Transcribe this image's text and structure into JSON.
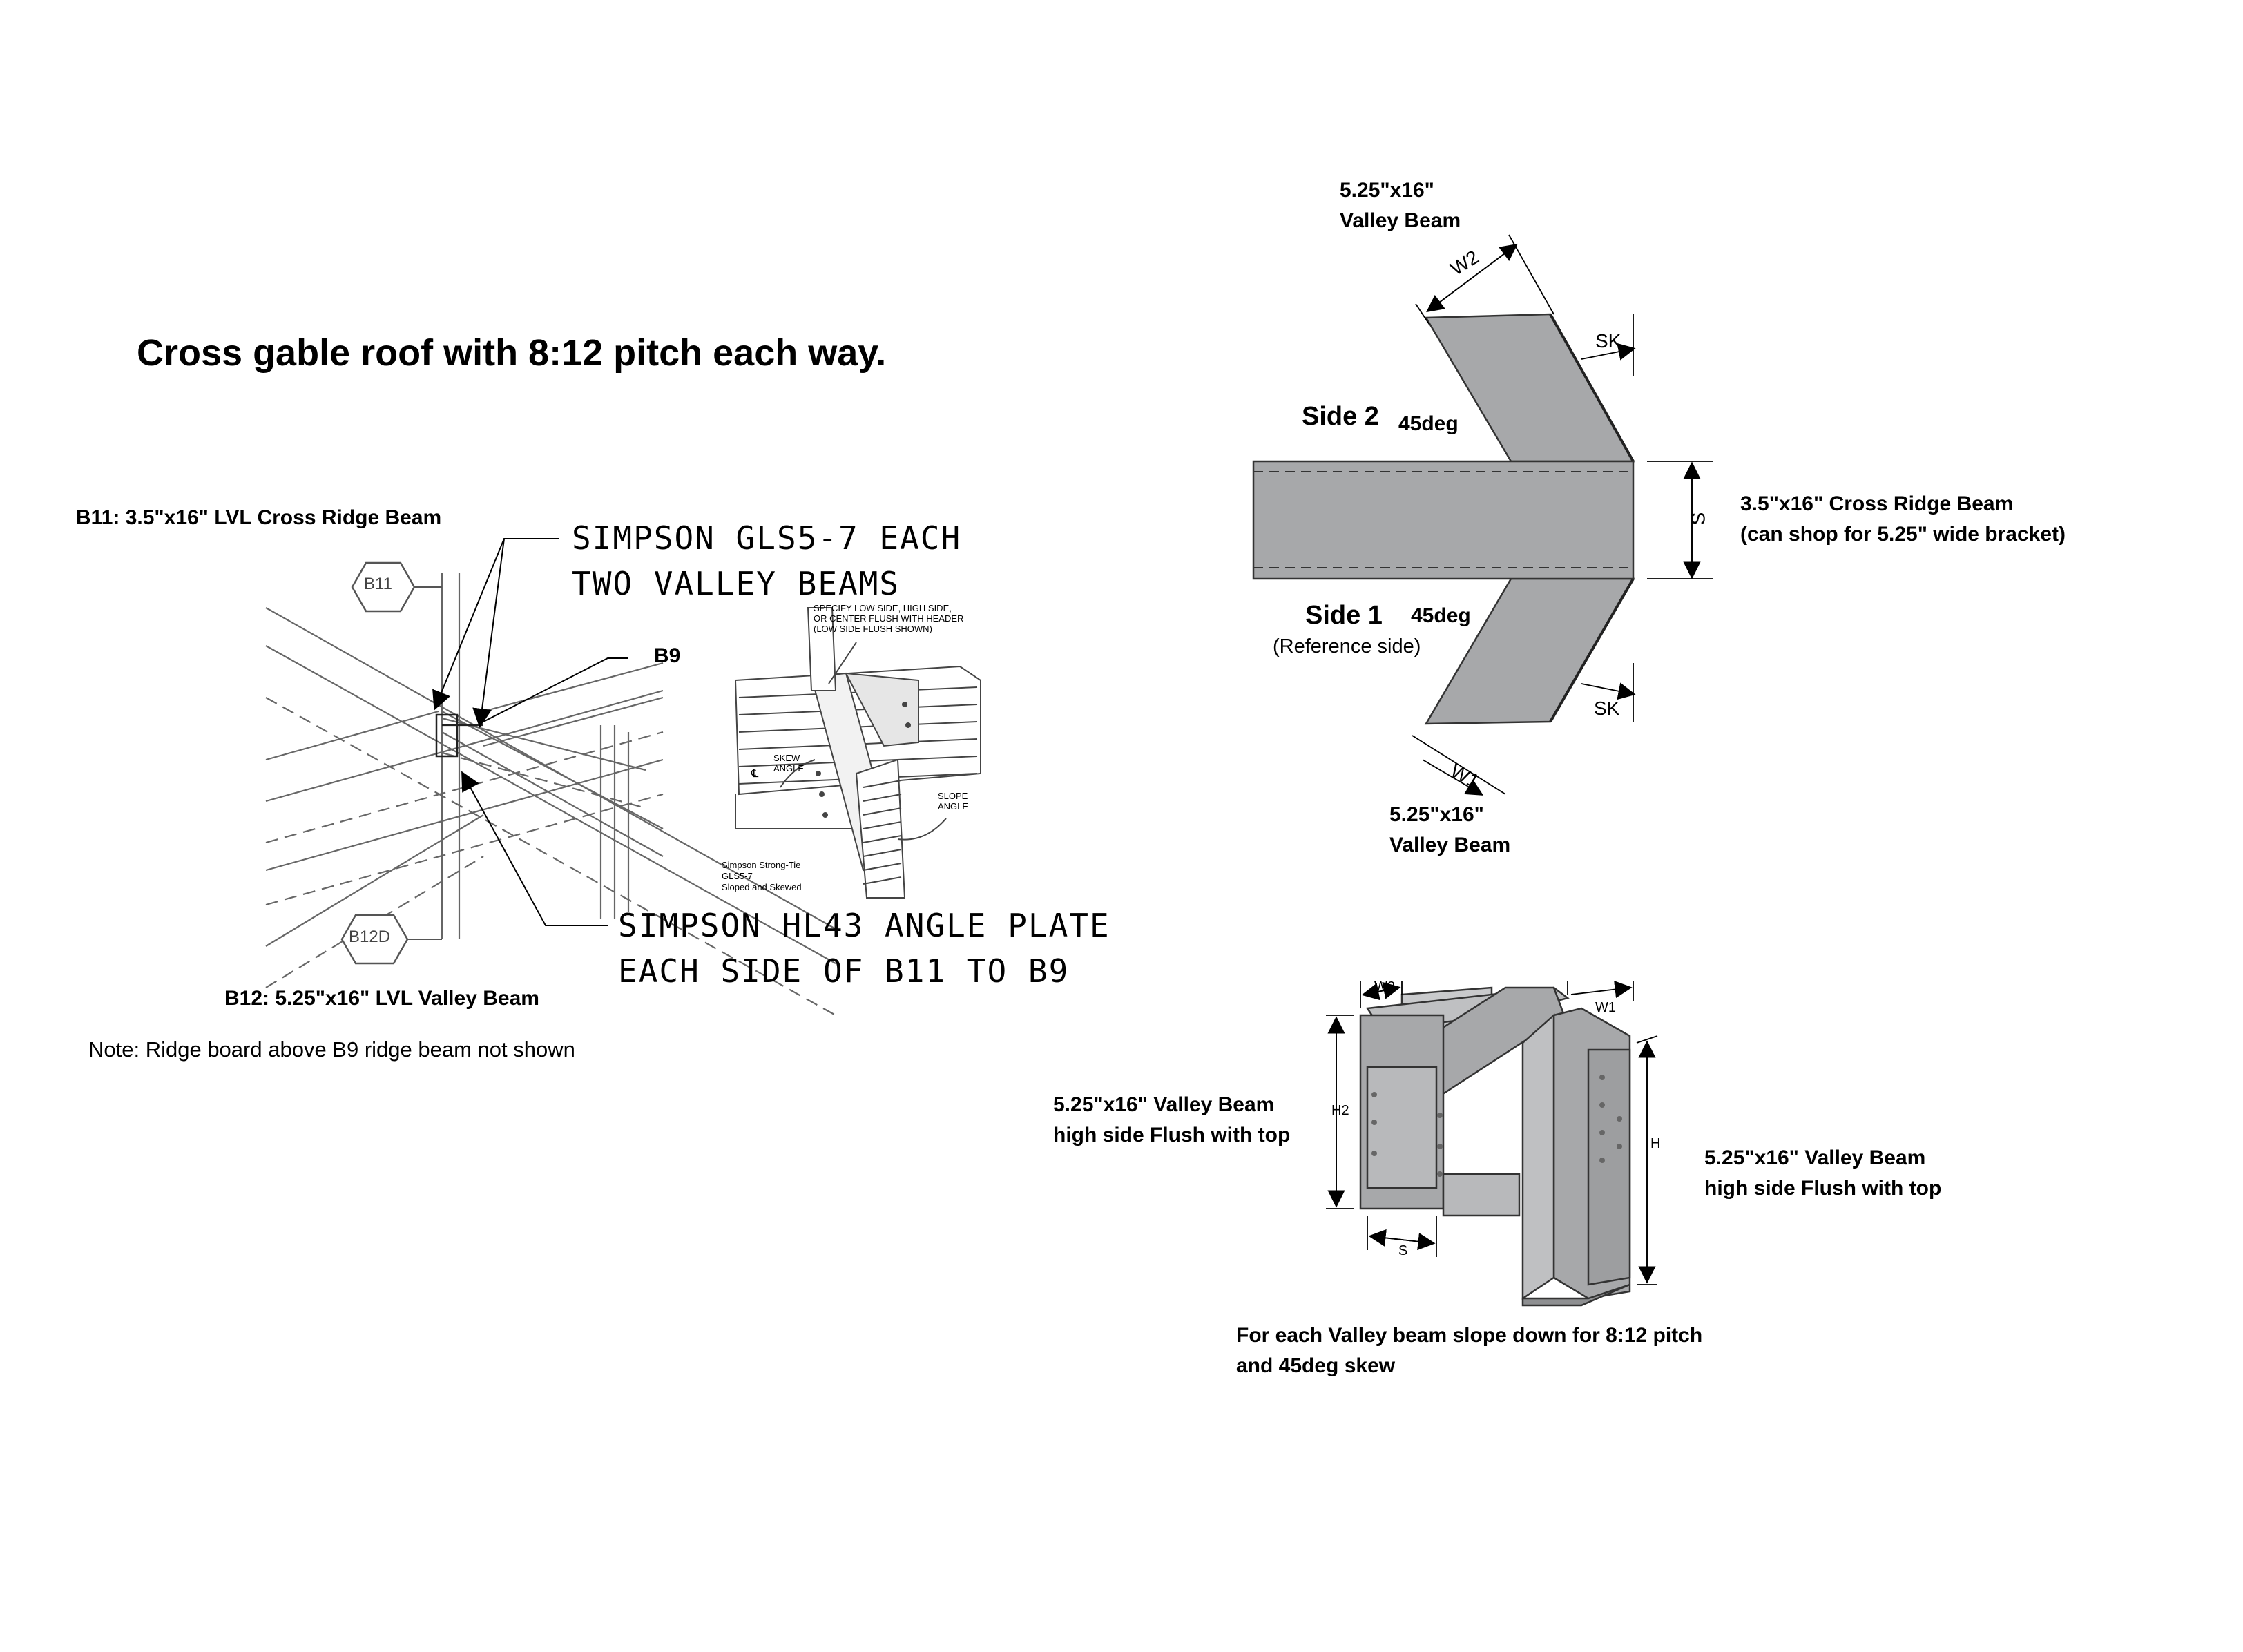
{
  "title": "Cross gable roof with 8:12 pitch each way.",
  "left_diagram": {
    "b11_label": "B11: 3.5\"x16\" LVL Cross Ridge Beam",
    "b11_tag": "B11",
    "b12_tag": "B12D",
    "b9_label": "B9",
    "gls_callout_line1": "SIMPSON GLS5-7 EACH",
    "gls_callout_line2": "TWO VALLEY BEAMS",
    "hl_callout_line1": "SIMPSON HL43 ANGLE PLATE",
    "hl_callout_line2": "EACH SIDE OF B11 TO B9",
    "b12_label": "B12: 5.25\"x16\" LVL Valley Beam",
    "note": "Note: Ridge board above B9 ridge beam not shown",
    "inset": {
      "spec_line1": "SPECIFY LOW SIDE, HIGH SIDE,",
      "spec_line2": "OR CENTER FLUSH WITH HEADER",
      "spec_line3": "(LOW SIDE FLUSH SHOWN)",
      "skew_line1": "SKEW",
      "skew_line2": "ANGLE",
      "slope_line1": "SLOPE",
      "slope_line2": "ANGLE",
      "cl": "℄",
      "caption_line1": "Simpson Strong-Tie",
      "caption_line2": "GLS5-7",
      "caption_line3": "Sloped and Skewed"
    }
  },
  "top_right": {
    "valley_top_line1": "5.25\"x16\"",
    "valley_top_line2": "Valley Beam",
    "w2": "W2",
    "sk_top": "SK",
    "side2": "Side 2",
    "side2_deg": "45deg",
    "s": "S",
    "ridge_line1": "3.5\"x16\" Cross Ridge Beam",
    "ridge_line2": "(can shop for 5.25\" wide bracket)",
    "side1": "Side 1",
    "side1_deg": "45deg",
    "reference_side": "(Reference side)",
    "sk_bottom": "SK",
    "w1": "W1",
    "valley_bottom_line1": "5.25\"x16\"",
    "valley_bottom_line2": "Valley Beam"
  },
  "bottom_right": {
    "left_label_line1": "5.25\"x16\" Valley Beam",
    "left_label_line2": "high side Flush with top",
    "right_label_line1": "5.25\"x16\" Valley Beam",
    "right_label_line2": "high side Flush with top",
    "bottom_label_line1": "For each Valley beam slope down for 8:12 pitch",
    "bottom_label_line2": "and 45deg skew",
    "w2": "W2",
    "w1": "W1",
    "h2": "H2",
    "h": "H",
    "s": "S"
  },
  "colors": {
    "bracket_fill": "#a7a8aa",
    "bracket_stroke": "#333333",
    "line": "#555555"
  }
}
